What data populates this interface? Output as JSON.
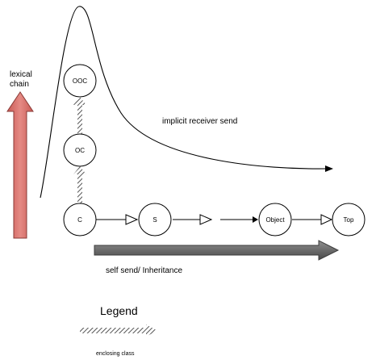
{
  "lexical_chain_label": [
    "lexical",
    "chain"
  ],
  "implicit_receiver_label": "implicit receiver send",
  "self_send_label": "self send/ Inheritance",
  "legend": {
    "title": "Legend",
    "enclosing_class_label": "enclosing class"
  },
  "nodes": {
    "ooc": "OOC",
    "oc": "OC",
    "c": "C",
    "s": "S",
    "object": "Object",
    "top": "Top"
  },
  "colors": {
    "lexical_arrow": "#d9716b",
    "inheritance_arrow": "#6b6b6b",
    "node_fill": "#ffffff",
    "stroke": "#000000"
  }
}
